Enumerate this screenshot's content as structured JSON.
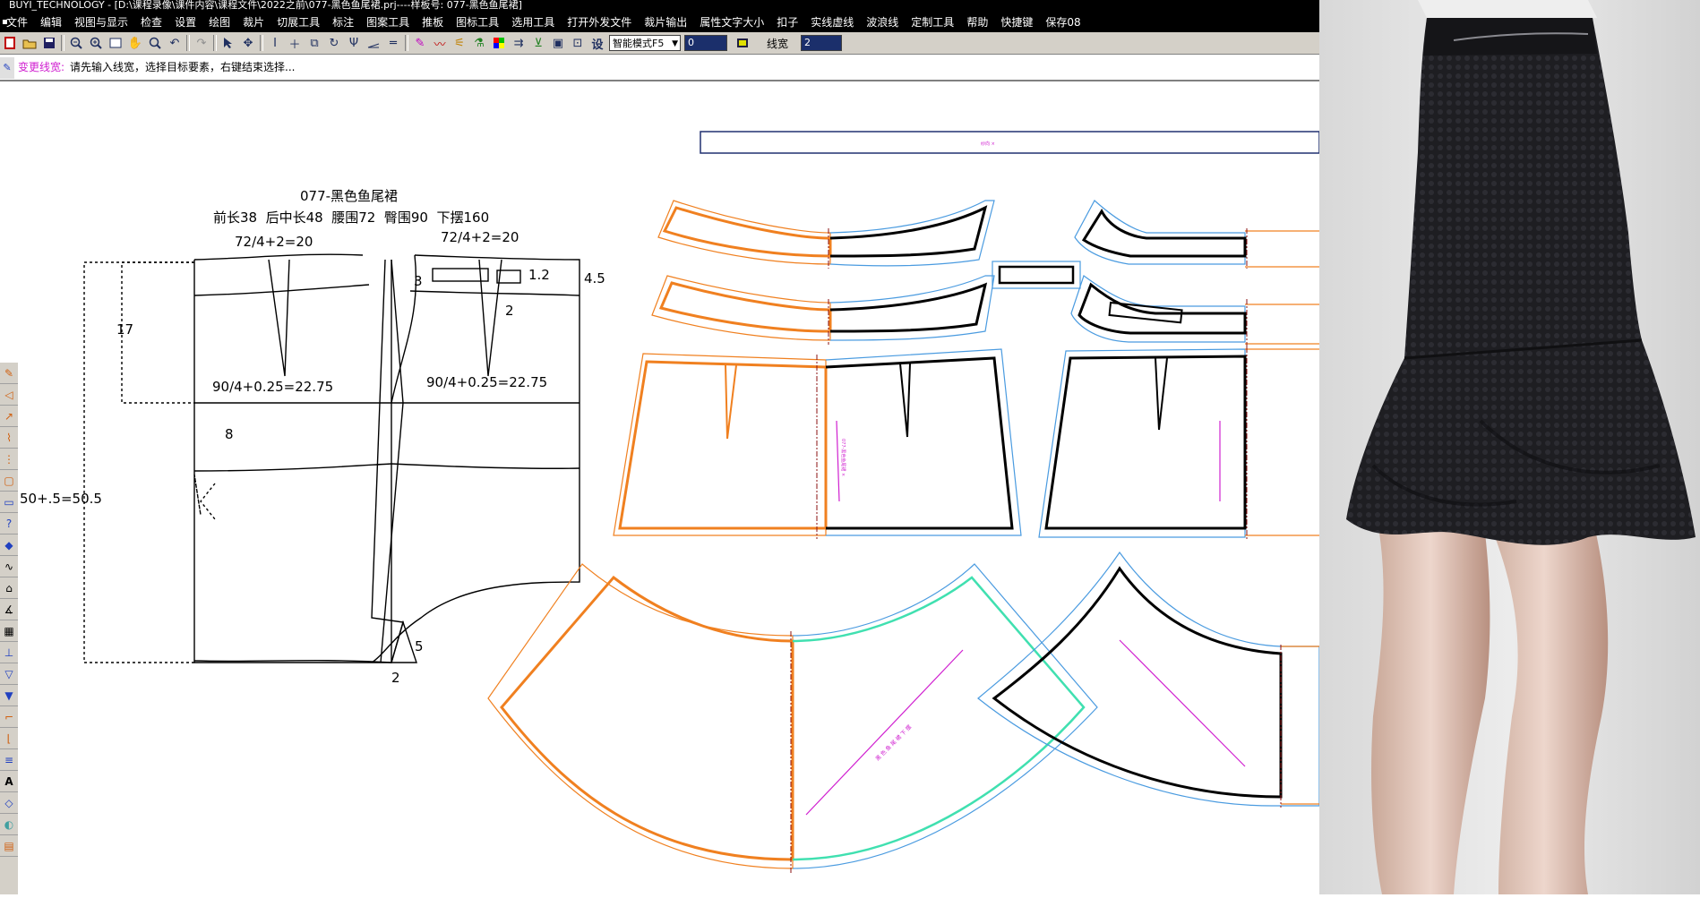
{
  "window": {
    "title": "BUYI_TECHNOLOGY - [D:\\课程录像\\课件内容\\课程文件\\2022之前\\077-黑色鱼尾裙.prj----样板号: 077-黑色鱼尾裙]"
  },
  "menu": [
    "文件",
    "编辑",
    "视图与显示",
    "检查",
    "设置",
    "绘图",
    "裁片",
    "切展工具",
    "标注",
    "图案工具",
    "推板",
    "图标工具",
    "选用工具",
    "打开外发文件",
    "裁片输出",
    "属性文字大小",
    "扣子",
    "实线虚线",
    "波浪线",
    "定制工具",
    "帮助",
    "快捷键",
    "保存08"
  ],
  "toolbar": {
    "mode_select": "智能模式F5",
    "number_field": "0",
    "line_width_label": "线宽",
    "line_width_value": "2"
  },
  "status": {
    "command": "变更线宽:",
    "prompt": "请先输入线宽，选择目标要素，右键结束选择..."
  },
  "colors": {
    "orange": "#f08020",
    "blue": "#4a9be0",
    "magenta": "#d020d0",
    "green": "#20a020",
    "teal": "#40e0b0",
    "olive": "#a0a020",
    "darkred": "#8b1010",
    "brand_bar": "#000000",
    "chrome": "#d4d0c8"
  },
  "draft": {
    "title": "077-黑色鱼尾裙",
    "measurements": "前长38  后中长48  腰围72  臀围90  下摆160",
    "waist_formula_front": "72/4+2=20",
    "waist_formula_back": "72/4+2=20",
    "hip_formula_front": "90/4+0.25=22.75",
    "hip_formula_back": "90/4+0.25=22.75",
    "hip_depth": "17",
    "total_length": "50+.5=50.5",
    "flare_offset": "8",
    "waistband_height": "4.5",
    "pocket_depth": "1.2",
    "pocket_left": "3",
    "pocket_below": "2",
    "hem_extension": "5",
    "hem_offset": "2"
  },
  "pattern_labels": {
    "grain_small": "纱向 ×",
    "grain_piece": "077-黑色鱼尾裙 ×",
    "flare_label_1": "黑 色 鱼 尾 裙 下 摆"
  },
  "icons": [
    "new-icon",
    "open-icon",
    "save-icon",
    "zoom-out-icon",
    "zoom-in-icon",
    "fit-icon",
    "pan-icon",
    "zoom-window-icon",
    "undo-icon",
    "redo-icon",
    "select-icon",
    "move-icon",
    "text-icon",
    "cross-icon",
    "mirror-icon",
    "rotate-icon",
    "measure-icon",
    "line-icon",
    "parallel-icon",
    "point-icon",
    "curve-icon",
    "notch-icon",
    "color-icon",
    "grade-icon",
    "dart-icon",
    "image-icon",
    "field-icon"
  ]
}
